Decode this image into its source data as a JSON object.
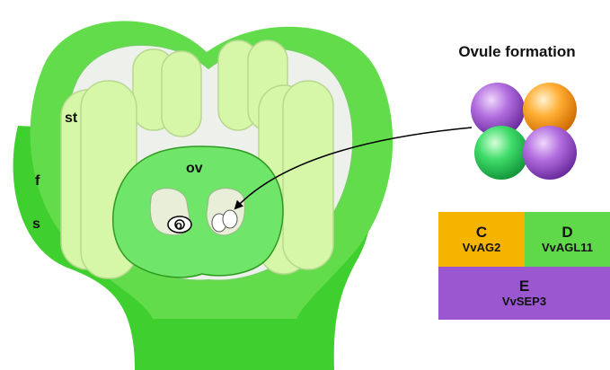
{
  "title": "Ovule formation",
  "labels": {
    "st": "st",
    "f": "f",
    "s": "s",
    "ov": "ov",
    "o": "o"
  },
  "model": {
    "c": {
      "letter": "C",
      "gene": "VvAG2",
      "color": "#f5b400"
    },
    "d": {
      "letter": "D",
      "gene": "VvAGL11",
      "color": "#5fd84a"
    },
    "e": {
      "letter": "E",
      "gene": "VvSEP3",
      "color": "#9a57cf"
    }
  },
  "spheres": {
    "colors": [
      "purple",
      "orange",
      "green",
      "purple"
    ]
  },
  "colors": {
    "outer_green": "#3fcf2e",
    "mid_green": "#62dc4a",
    "pale_green": "#d6f7a8",
    "ovary_green": "#6fe56a",
    "cavity": "#eef0ec"
  }
}
